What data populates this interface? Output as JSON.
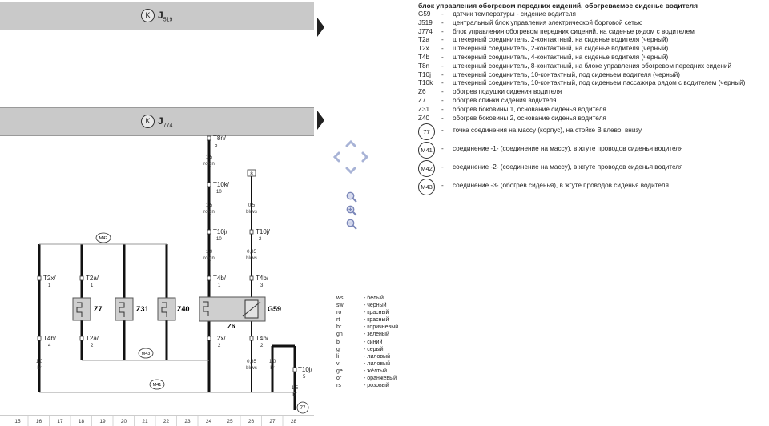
{
  "header_bars": [
    {
      "code": "J",
      "sub": "519"
    },
    {
      "code": "J",
      "sub": "774"
    }
  ],
  "legend": {
    "title": "блок управления обогревом передних сидений, обогреваемое сиденье водителя",
    "items": [
      {
        "code": "G59",
        "desc": "датчик температуры - сидение водителя"
      },
      {
        "code": "J519",
        "desc": "центральный блок управления электрической бортовой сетью"
      },
      {
        "code": "J774",
        "desc": "блок управления обогревом передних сидений, на сиденье рядом с водителем"
      },
      {
        "code": "T2a",
        "desc": "штекерный соединитель, 2-контактный, на сиденье водителя (черный)"
      },
      {
        "code": "T2x",
        "desc": "штекерный соединитель, 2-контактный, на сиденье водителя (черный)"
      },
      {
        "code": "T4b",
        "desc": "штекерный соединитель, 4-контактный, на сиденье водителя (черный)"
      },
      {
        "code": "T8n",
        "desc": "штекерный соединитель, 8-контактный, на блоке управления обогревом передних сидений"
      },
      {
        "code": "T10j",
        "desc": "штекерный соединитель, 10-контактный, под сиденьем водителя (черный)"
      },
      {
        "code": "T10k",
        "desc": "штекерный соединитель, 10-контактный, под сиденьем пассажира рядом с водителем (черный)"
      },
      {
        "code": "Z6",
        "desc": "обогрев подушки сидения водителя"
      },
      {
        "code": "Z7",
        "desc": "обогрев спинки сидения водителя"
      },
      {
        "code": "Z31",
        "desc": "обогрев боковины 1, основание сиденья водителя"
      },
      {
        "code": "Z40",
        "desc": "обогрев боковины 2, основание сиденья водителя"
      }
    ],
    "circle_items": [
      {
        "code": "77",
        "desc": "точка соединения на массу (корпус), на стойке B влево, внизу"
      },
      {
        "code": "M41",
        "desc": "соединение -1- (соединение на массу), в жгуте проводов сиденья водителя"
      },
      {
        "code": "M42",
        "desc": "соединение -2- (соединение на массу), в жгуте проводов сиденья водителя"
      },
      {
        "code": "M43",
        "desc": "соединение -3- (обогрев сиденья), в жгуте проводов сиденья водителя"
      }
    ]
  },
  "colors": [
    {
      "abbr": "ws",
      "name": "белый"
    },
    {
      "abbr": "sw",
      "name": "чёрный"
    },
    {
      "abbr": "ro",
      "name": "красный"
    },
    {
      "abbr": "rt",
      "name": "красный"
    },
    {
      "abbr": "br",
      "name": "коричневый"
    },
    {
      "abbr": "gn",
      "name": "зелёный"
    },
    {
      "abbr": "bl",
      "name": "синий"
    },
    {
      "abbr": "gr",
      "name": "серый"
    },
    {
      "abbr": "li",
      "name": "лиловый"
    },
    {
      "abbr": "vi",
      "name": "лиловый"
    },
    {
      "abbr": "ge",
      "name": "жёлтый"
    },
    {
      "abbr": "or",
      "name": "оранжевый"
    },
    {
      "abbr": "rs",
      "name": "розовый"
    }
  ],
  "diagram": {
    "connectors": {
      "t8n": {
        "name": "T8n/",
        "pin": "5"
      },
      "t10k_top": {
        "name": "T10k/",
        "pin": "10"
      },
      "t10j_mid": {
        "name": "T10j/",
        "pin": "10"
      },
      "t10j_right": {
        "name": "T10j/",
        "pin": "2"
      },
      "t2a_z7_top": {
        "name": "T2a/",
        "pin": "1"
      },
      "t2x_top": {
        "name": "T2x/",
        "pin": "1"
      },
      "t4b_c4": {
        "name": "T4b/",
        "pin": "1"
      },
      "t4b_c6": {
        "name": "T4b/",
        "pin": "3"
      },
      "t4b_c1": {
        "name": "T4b/",
        "pin": "4"
      },
      "t2a_z7_bot": {
        "name": "T2a/",
        "pin": "2"
      },
      "t2x_bot": {
        "name": "T2x/",
        "pin": "2"
      },
      "t4b_c6_bot": {
        "name": "T4b/",
        "pin": "2"
      },
      "t10j_low": {
        "name": "T10j/",
        "pin": "5"
      }
    },
    "wires": {
      "w1": {
        "size": "1,5",
        "color": "ro/gn"
      },
      "w2": {
        "size": "1,5",
        "color": "ro/gn"
      },
      "w3": {
        "size": "0,5",
        "color": "bl/ws"
      },
      "w4": {
        "size": "1,0",
        "color": "ro/gn"
      },
      "w5": {
        "size": "0,35",
        "color": "bl/ws"
      },
      "w6": {
        "size": "1,0",
        "color": "br"
      },
      "w7": {
        "size": "0,35",
        "color": "bl/ws"
      },
      "w8": {
        "size": "1,0",
        "color": "br"
      },
      "w9": {
        "size": "1,5",
        "color": "br"
      }
    },
    "components": {
      "z7": "Z7",
      "z31": "Z31",
      "z40": "Z40",
      "z6": "Z6",
      "g59": "G59"
    },
    "nodes": {
      "m42": "M42",
      "m43": "M43",
      "m41": "M41",
      "gnd": "77",
      "box8": "8"
    },
    "columns": [
      "15",
      "16",
      "17",
      "18",
      "19",
      "20",
      "21",
      "22",
      "23",
      "24",
      "25",
      "26",
      "27",
      "28"
    ]
  }
}
